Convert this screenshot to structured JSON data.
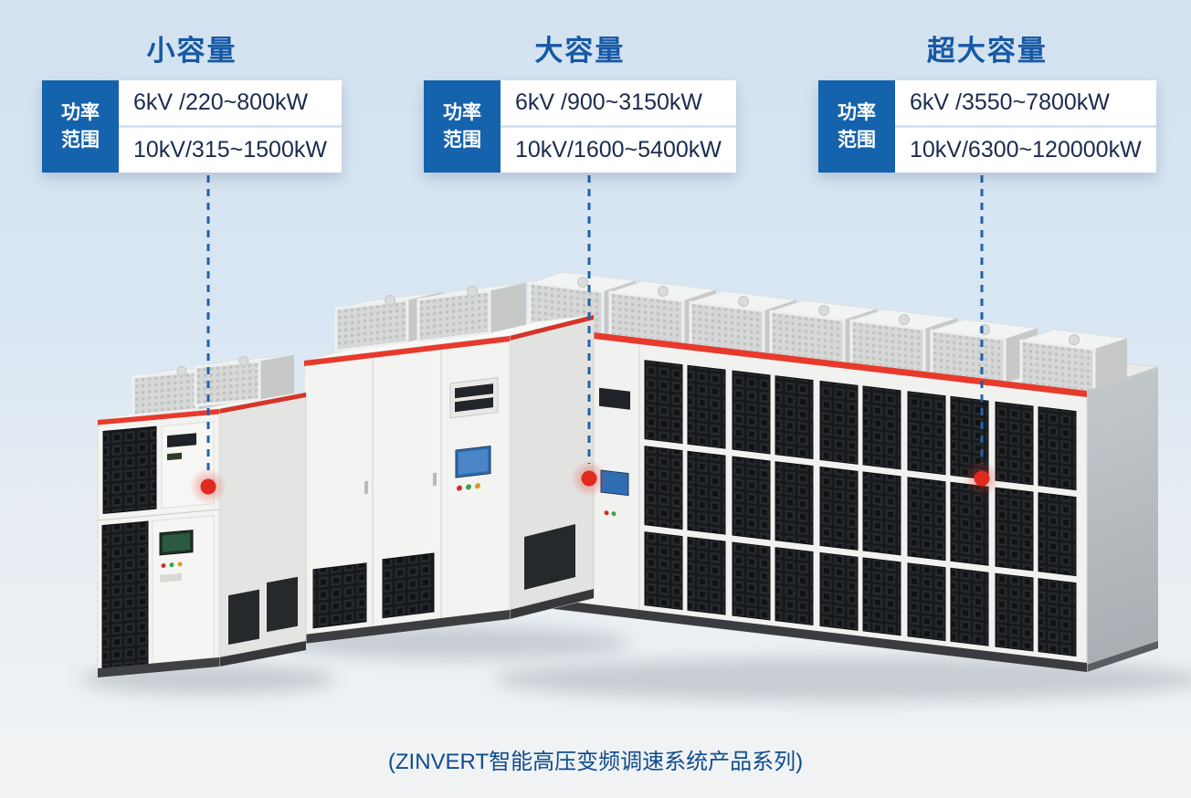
{
  "page": {
    "caption": "(ZINVERT智能高压变频调速系统产品系列)"
  },
  "groups": [
    {
      "title": "小容量",
      "tag": "功率范围",
      "rows": [
        "6kV /220~800kW",
        "10kV/315~1500kW"
      ]
    },
    {
      "title": "大容量",
      "tag": "功率范围",
      "rows": [
        "6kV /900~3150kW",
        "10kV/1600~5400kW"
      ]
    },
    {
      "title": "超大容量",
      "tag": "功率范围",
      "rows": [
        "6kV /3550~7800kW",
        "10kV/6300~120000kW"
      ]
    }
  ],
  "icons": {
    "locator_dot": "●",
    "connector_line": "dashed-vertical",
    "cooling_fan_unit": "mesh-box"
  },
  "colors": {
    "title_blue": "#1659a5",
    "tag_blue": "#1563ac",
    "text_navy": "#1b2b4d",
    "caption_blue": "#0e4c8e",
    "connector_blue": "#1f62a8",
    "locator_red": "#e02a1e",
    "cabinet_stripe_red": "#e73a2d",
    "background_top": "#d3e2f0",
    "background_bottom": "#f2f3f4"
  }
}
